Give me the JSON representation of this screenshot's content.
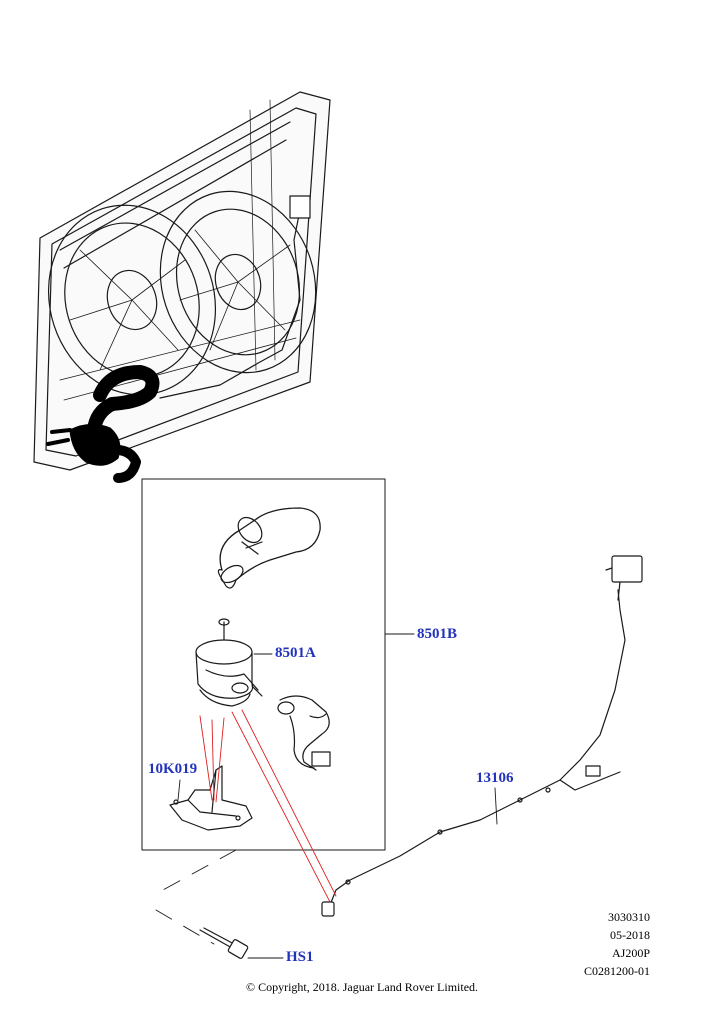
{
  "callouts": {
    "part_8501A": "8501A",
    "part_8501B": "8501B",
    "part_10K019": "10K019",
    "part_13106": "13106",
    "part_HS1": "HS1"
  },
  "meta": {
    "line1": "3030310",
    "line2": "05-2018",
    "line3": "AJ200P",
    "line4": "C0281200-01"
  },
  "copyright": "© Copyright, 2018. Jaguar Land Rover Limited.",
  "colors": {
    "callout_text": "#2233bb",
    "leader_red": "#e02020",
    "line_art": "#1a1a1a"
  }
}
